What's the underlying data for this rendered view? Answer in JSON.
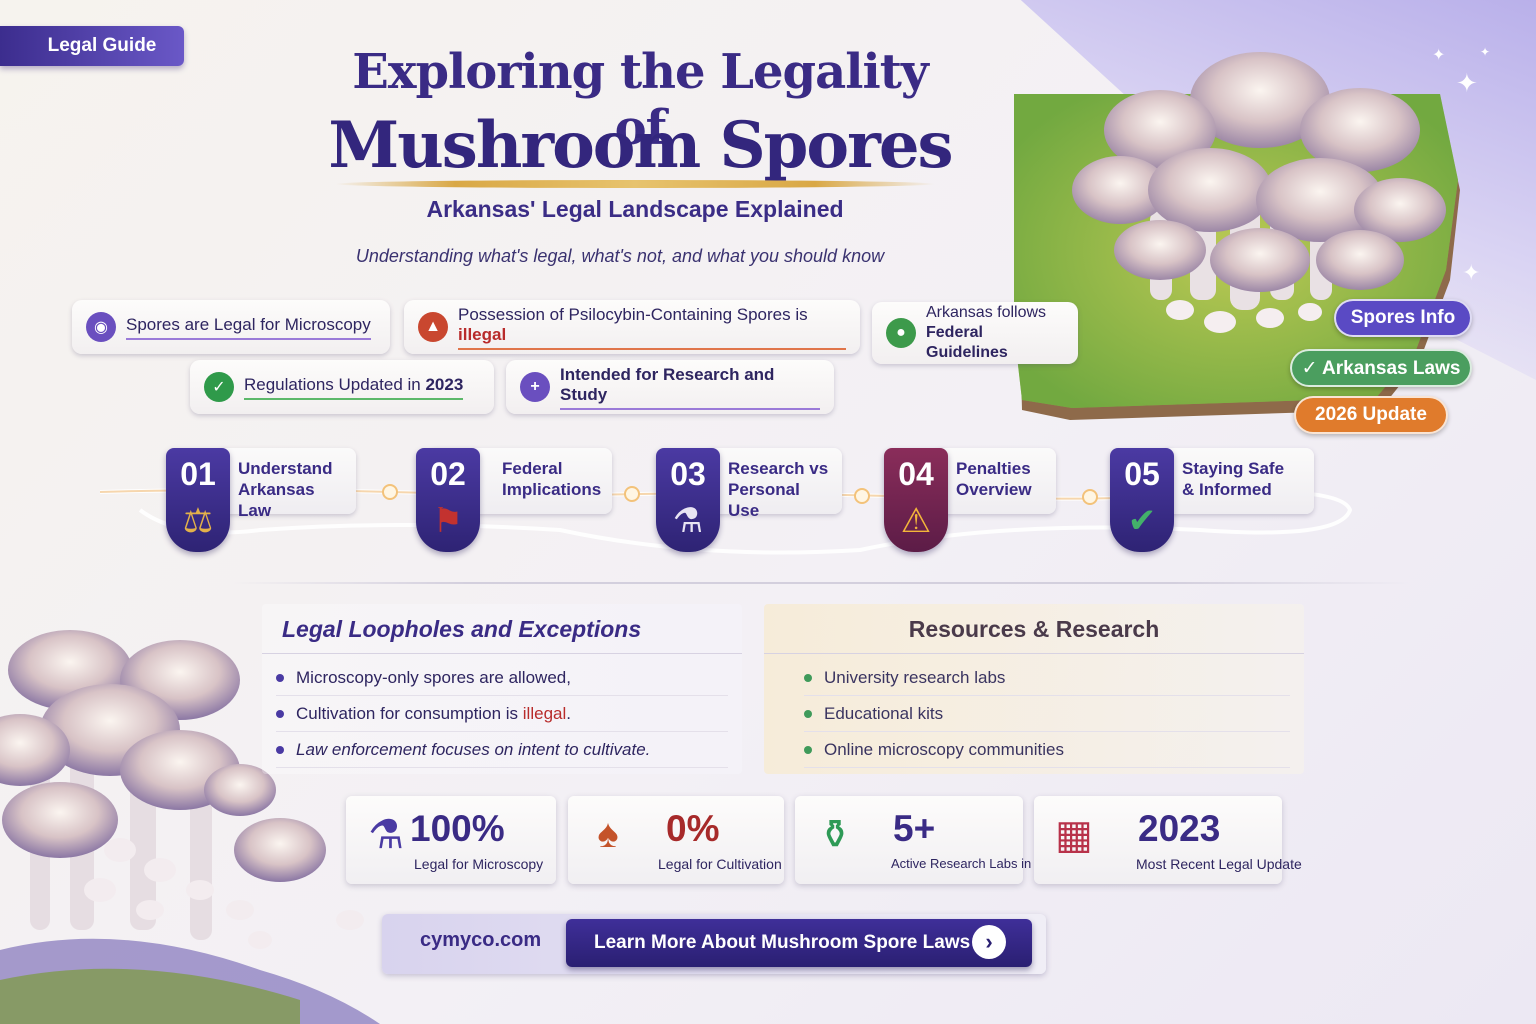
{
  "badge": "Legal Guide",
  "header": {
    "title_line1": "Exploring the Legality of",
    "title_line2": "Mushroom Spores",
    "subtitle": "Arkansas' Legal Landscape Explained",
    "tagline": "Understanding what's legal, what's not, and what you should know"
  },
  "facts": [
    {
      "text": "Spores are Legal for Microscopy",
      "icon": "microscope-icon",
      "color": "#6a4fbf"
    },
    {
      "text": "Possession of Psilocybin-Containing Spores is",
      "emph": "illegal",
      "icon": "mushroom-warning-icon",
      "color": "#c9472f"
    },
    {
      "text_line1": "Arkansas follows",
      "text_line2": "Federal Guidelines",
      "icon": "location-pin-icon",
      "color": "#3d9a4b"
    },
    {
      "text_pre": "Regulations Updated in ",
      "text_year": "2023",
      "icon": "check-icon",
      "color": "#2f9a4a"
    },
    {
      "text": "Intended for Research and Study",
      "icon": "plus-icon",
      "color": "#6a4fbf"
    }
  ],
  "side_badges": [
    {
      "text": "Spores Info",
      "color": "#5a4ac4"
    },
    {
      "text": "✓ Arkansas Laws",
      "color": "#4b9e5f"
    },
    {
      "text": "2026 Update",
      "color": "#e07b2c"
    }
  ],
  "steps": [
    {
      "num": "01",
      "line1": "Understand",
      "line2": "Arkansas Law",
      "icon": "scales-icon"
    },
    {
      "num": "02",
      "line1": "Federal",
      "line2": "Implications",
      "icon": "us-flag-icon"
    },
    {
      "num": "03",
      "line1": "Research vs",
      "line2": "Personal Use",
      "icon": "microscope-icon"
    },
    {
      "num": "04",
      "line1": "Penalties",
      "line2": "Overview",
      "icon": "warning-icon"
    },
    {
      "num": "05",
      "line1": "Staying Safe",
      "line2": "& Informed",
      "icon": "shield-check-icon"
    }
  ],
  "loopholes": {
    "title": "Legal Loopholes and Exceptions",
    "items": [
      {
        "text": "Microscopy-only spores are allowed,"
      },
      {
        "text_pre": "Cultivation for consumption is ",
        "emph": "illegal",
        "text_post": "."
      },
      {
        "text": "Law enforcement focuses on intent to cultivate."
      }
    ]
  },
  "resources": {
    "title": "Resources & Research",
    "items": [
      "University research labs",
      "Educational kits",
      "Online microscopy communities"
    ]
  },
  "stats": [
    {
      "value": "100%",
      "label": "Legal for Microscopy",
      "icon": "microscope-icon"
    },
    {
      "value": "0%",
      "label": "Legal for Cultivation",
      "icon": "mushroom-icon"
    },
    {
      "value": "5+",
      "label": "Active Research Labs in AR",
      "icon": "flask-icon"
    },
    {
      "value": "2023",
      "label": "Most Recent Legal Update",
      "icon": "calendar-icon"
    }
  ],
  "cta": {
    "url": "cymyco.com",
    "button": "Learn More About Mushroom Spore Laws"
  },
  "colors": {
    "primary": "#3a2b85",
    "accent_gold": "#d9a845",
    "danger": "#b82b2b",
    "success": "#2f9a4a"
  }
}
